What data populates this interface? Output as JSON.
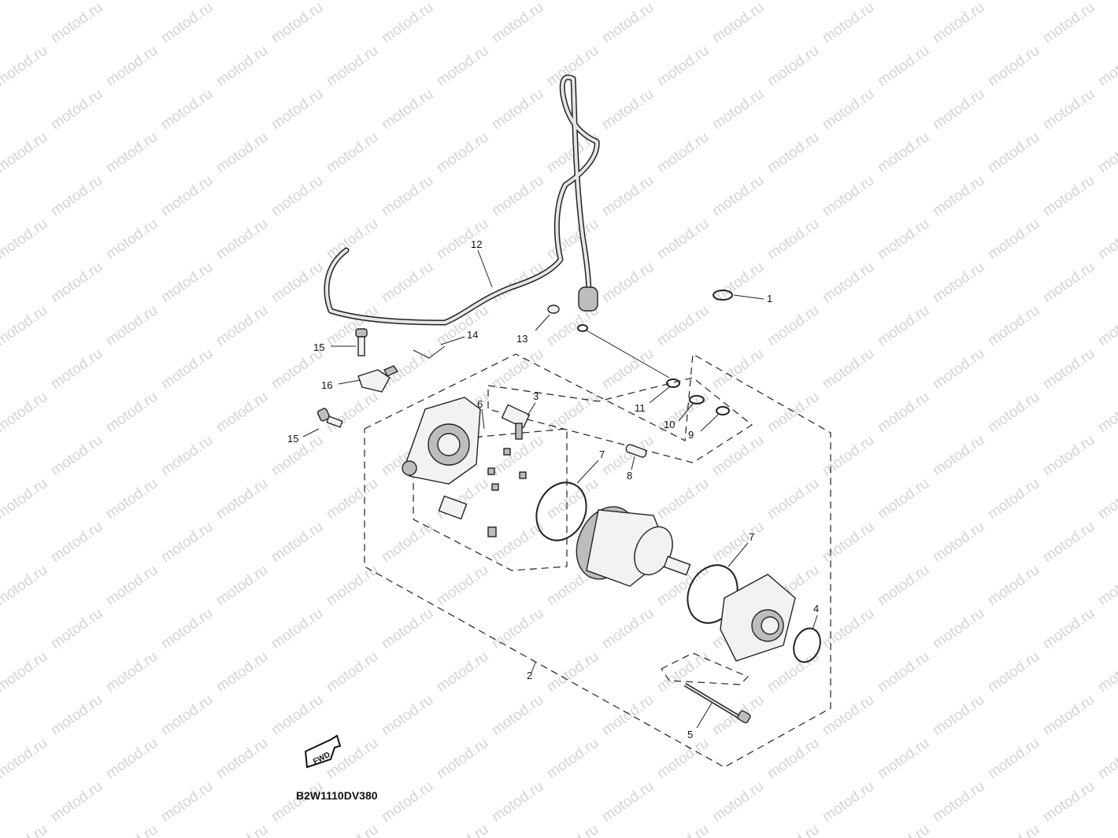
{
  "watermark": {
    "text": "motod.ru"
  },
  "diagram_code": "B2W1110DV380",
  "fwd_badge": "FWD",
  "callouts": {
    "c1": "1",
    "c2": "2",
    "c3": "3",
    "c4": "4",
    "c5": "5",
    "c6": "6",
    "c7a": "7",
    "c7b": "7",
    "c8": "8",
    "c9": "9",
    "c10": "10",
    "c11": "11",
    "c12": "12",
    "c13": "13",
    "c14": "14",
    "c15a": "15",
    "c15b": "15",
    "c16": "16"
  }
}
